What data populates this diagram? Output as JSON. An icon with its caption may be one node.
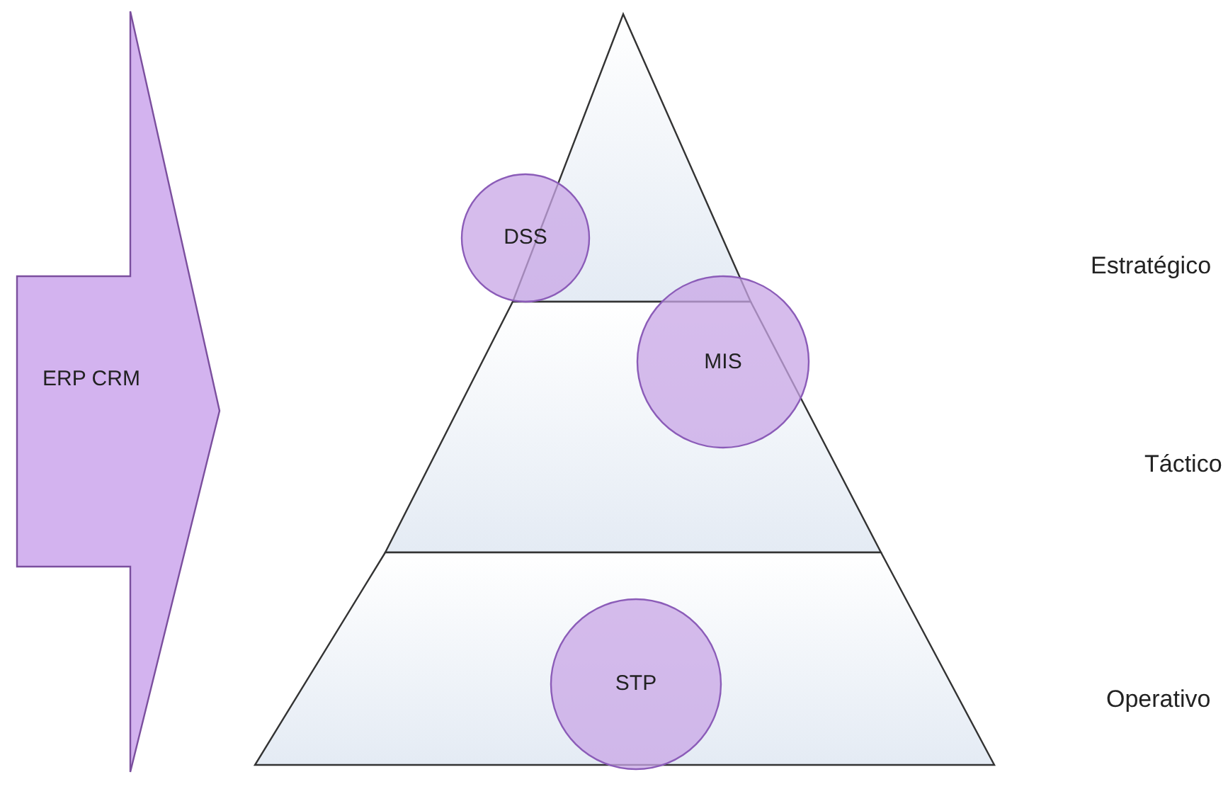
{
  "diagram": {
    "nodes": [
      {
        "text": [
          "ERP CRM"
        ]
      },
      {
        "text": [
          "DSS"
        ]
      },
      {
        "text": [
          "MIS"
        ]
      },
      {
        "text": [
          "STP"
        ]
      }
    ],
    "edges": [],
    "labels": [
      "Estratégico",
      "Táctico",
      "Operativo"
    ]
  }
}
